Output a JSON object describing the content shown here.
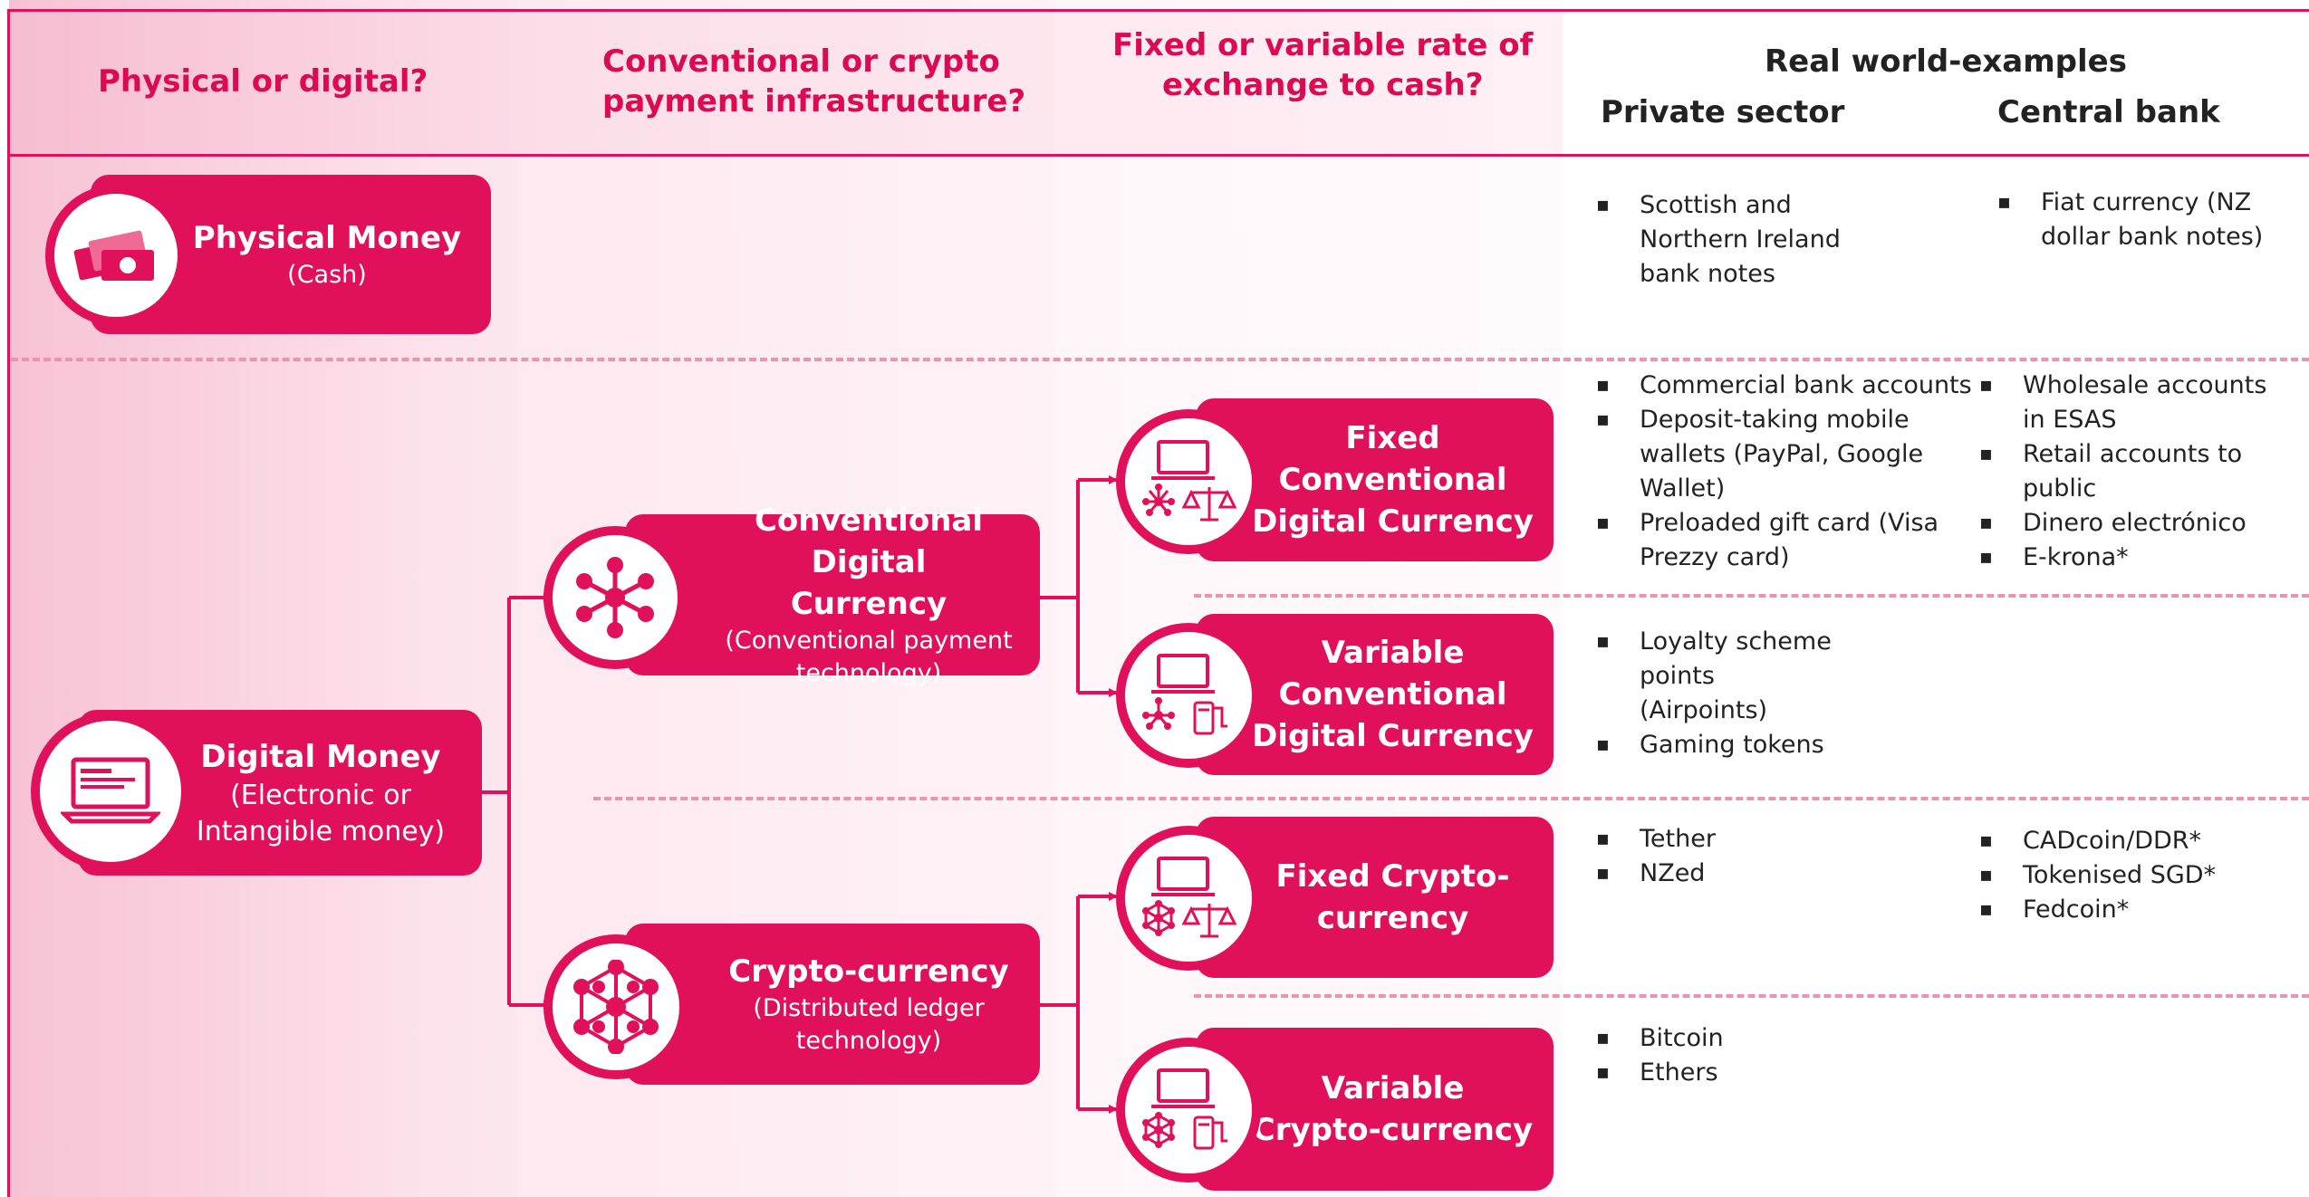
{
  "headers": {
    "col1": "Physical or digital?",
    "col2": "Conventional or crypto\npayment infrastructure?",
    "col3": "Fixed or variable rate of\nexchange to cash?",
    "examples": "Real world-examples",
    "private": "Private sector",
    "central": "Central bank"
  },
  "boxes": {
    "physical": {
      "title": "Physical Money",
      "sub": "(Cash)",
      "icon": "cash-icon"
    },
    "digital": {
      "title": "Digital Money",
      "sub": "(Electronic or\nIntangible money)",
      "icon": "laptop-icon"
    },
    "conventional": {
      "title": "Conventional Digital\nCurrency",
      "sub": "(Conventional payment\ntechnology)",
      "icon": "network-icon"
    },
    "crypto": {
      "title": "Crypto-currency",
      "sub": "(Distributed ledger\ntechnology)",
      "icon": "distributed-network-icon"
    },
    "fixed_conv": {
      "title": "Fixed\nConventional\nDigital Currency",
      "icon": "scales-icon"
    },
    "var_conv": {
      "title": "Variable\nConventional\nDigital Currency",
      "icon": "pump-icon"
    },
    "fixed_crypto": {
      "title": "Fixed Crypto-\ncurrency",
      "icon": "scales-icon"
    },
    "var_crypto": {
      "title": "Variable\nCrypto-currency",
      "icon": "pump-icon"
    }
  },
  "examples": {
    "physical": {
      "private": [
        "Scottish and\nNorthern Ireland\nbank notes"
      ],
      "central": [
        "Fiat currency (NZ\ndollar bank notes)"
      ]
    },
    "fixed_conv": {
      "private": [
        "Commercial bank accounts",
        "Deposit-taking mobile\nwallets (PayPal, Google\nWallet)",
        "Preloaded gift card (Visa\nPrezzy card)"
      ],
      "central": [
        "Wholesale accounts\nin ESAS",
        "Retail accounts to\npublic",
        "Dinero electrónico",
        "E-krona*"
      ]
    },
    "var_conv": {
      "private": [
        "Loyalty scheme\npoints\n(Airpoints)",
        "Gaming tokens"
      ]
    },
    "fixed_crypto": {
      "private": [
        "Tether",
        "NZed"
      ],
      "central": [
        "CADcoin/DDR*",
        "Tokenised SGD*",
        "Fedcoin*"
      ]
    },
    "var_crypto": {
      "private": [
        "Bitcoin",
        "Ethers"
      ]
    }
  },
  "colors": {
    "accent": "#e0115a",
    "header_text": "#dc0a52",
    "column_tint": "#fbe2ea"
  }
}
